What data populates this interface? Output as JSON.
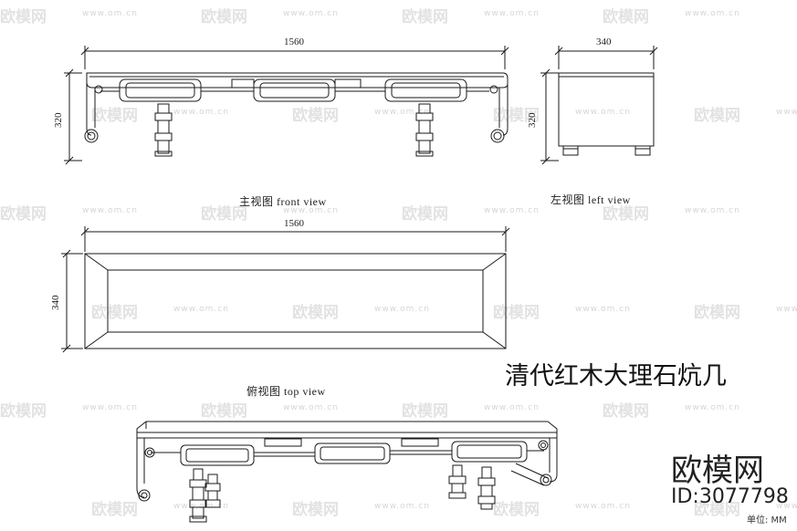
{
  "views": {
    "front": {
      "label": "主视图   front view",
      "width_dim": "1560",
      "height_dim": "320"
    },
    "left": {
      "label": "左视图   left view",
      "width_dim": "340",
      "height_dim": "320"
    },
    "top": {
      "label": "俯视图   top view",
      "width_dim": "1560",
      "height_dim": "340"
    },
    "perspective": {
      "label": ""
    }
  },
  "title": "清代红木大理石炕几",
  "watermark": {
    "brand": "欧模网",
    "url": "www.om.cn"
  },
  "badge": {
    "brand": "欧模网",
    "id": "ID:3077798",
    "unit": "单位: MM"
  },
  "colors": {
    "line": "#1a1a1a",
    "watermark": "#d9d9d9"
  }
}
